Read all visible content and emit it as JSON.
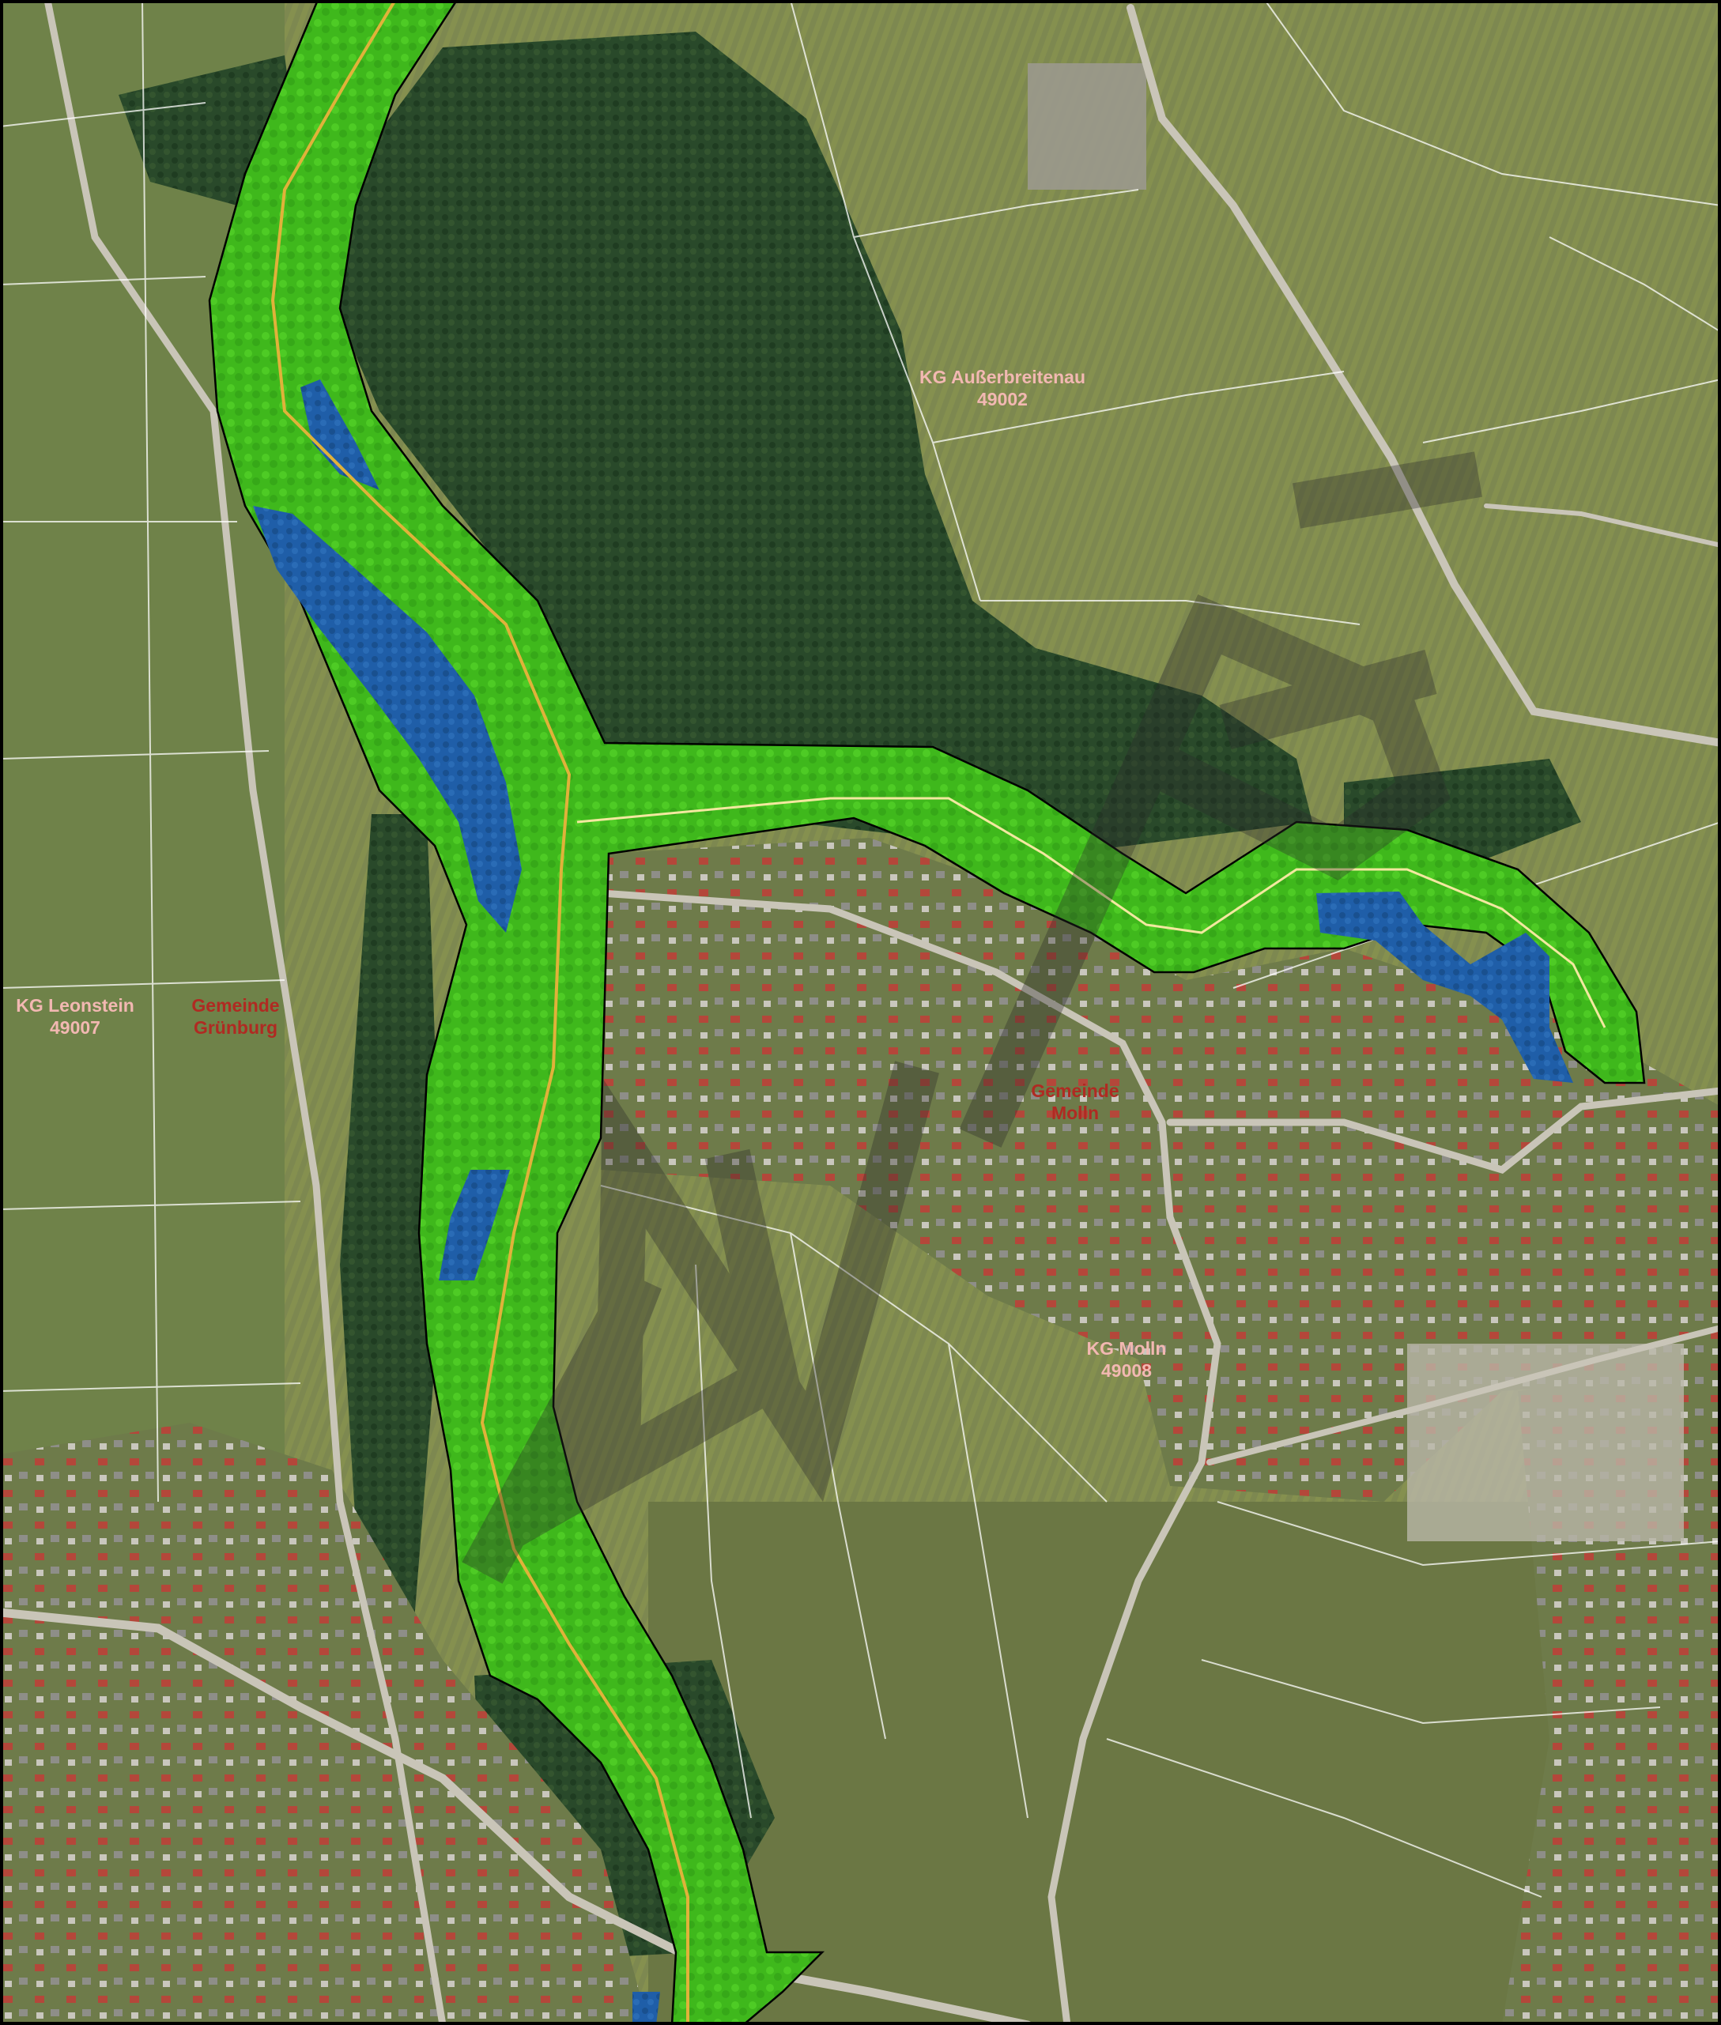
{
  "colors": {
    "cadastral_label": "#f2b8b2",
    "municipality_label": "#b02a22",
    "floodplain_green": "#46c21e",
    "floodplain_blue": "#1f5ea8",
    "river_line": "#e0b23a",
    "parcel_line": "#ffffff",
    "forest": "#274a23",
    "meadow": "#7e8a4f",
    "watermark": "#2a2a2a"
  },
  "labels": {
    "kg_ausserbreitenau": {
      "name": "KG Außerbreitenau",
      "code": "49002"
    },
    "kg_leonstein": {
      "name": "KG Leonstein",
      "code": "49007"
    },
    "gemeinde_gruenburg": {
      "line1": "Gemeinde",
      "line2": "Grünburg"
    },
    "gemeinde_molln": {
      "line1": "Gemeinde",
      "line2": "Molln"
    },
    "kg_molln": {
      "name": "KG Molln",
      "code": "49008"
    }
  },
  "icons": {
    "watermark": "draft-watermark"
  }
}
